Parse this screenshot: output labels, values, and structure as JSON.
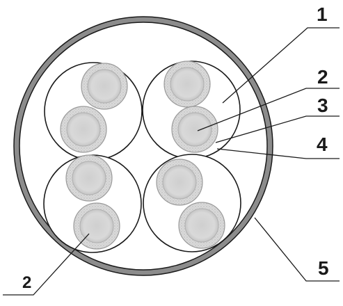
{
  "diagram": {
    "labels": {
      "label_1": "1",
      "label_2_top": "2",
      "label_3": "3",
      "label_4": "4",
      "label_5": "5",
      "label_2_bottom": "2"
    },
    "colors": {
      "outer_sheath": "#8c8c8c",
      "outer_sheath_edge": "#1a1a1a",
      "pair_circle_stroke": "#1a1a1a",
      "conductor_fill": "#d8d8d8",
      "conductor_core": "#c8c8c8",
      "insulation_ring": "#bdbdbd",
      "leader_line": "#1a1a1a"
    },
    "components": [
      "outer-sheath",
      "pair-quadrant-top-left",
      "pair-quadrant-top-right",
      "pair-quadrant-bottom-left",
      "pair-quadrant-bottom-right"
    ]
  }
}
